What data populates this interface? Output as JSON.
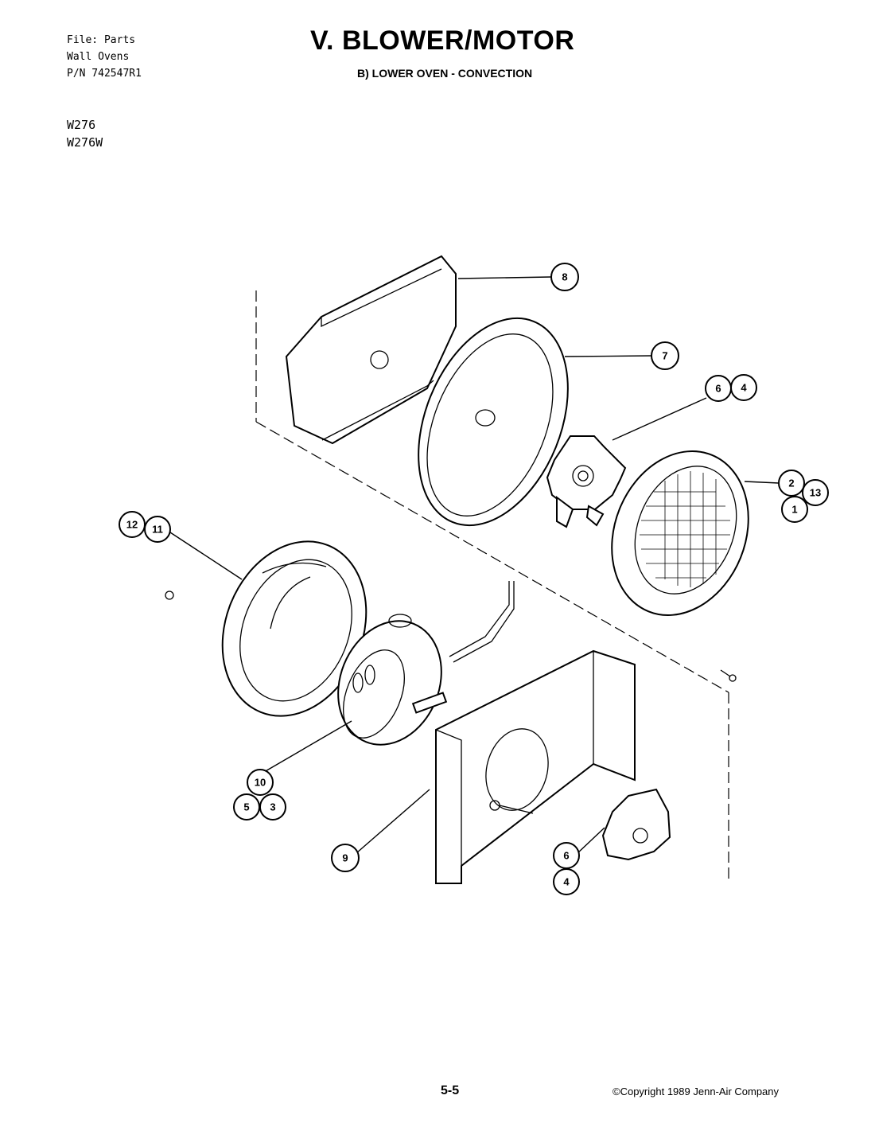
{
  "header": {
    "file_lines": [
      "File: Parts",
      "Wall Ovens",
      "P/N 742547R1"
    ],
    "models": [
      "W276",
      "W276W"
    ],
    "title": "V. BLOWER/MOTOR",
    "subtitle": "B) LOWER OVEN - CONVECTION"
  },
  "footer": {
    "page": "5-5",
    "copyright": "©Copyright 1989 Jenn-Air Company"
  },
  "callouts": {
    "c8": "8",
    "c7": "7",
    "c6a": "6",
    "c4a": "4",
    "c2": "2",
    "c13": "13",
    "c1": "1",
    "c12": "12",
    "c11": "11",
    "c10": "10",
    "c5": "5",
    "c3": "3",
    "c9": "9",
    "c6b": "6",
    "c4b": "4"
  }
}
